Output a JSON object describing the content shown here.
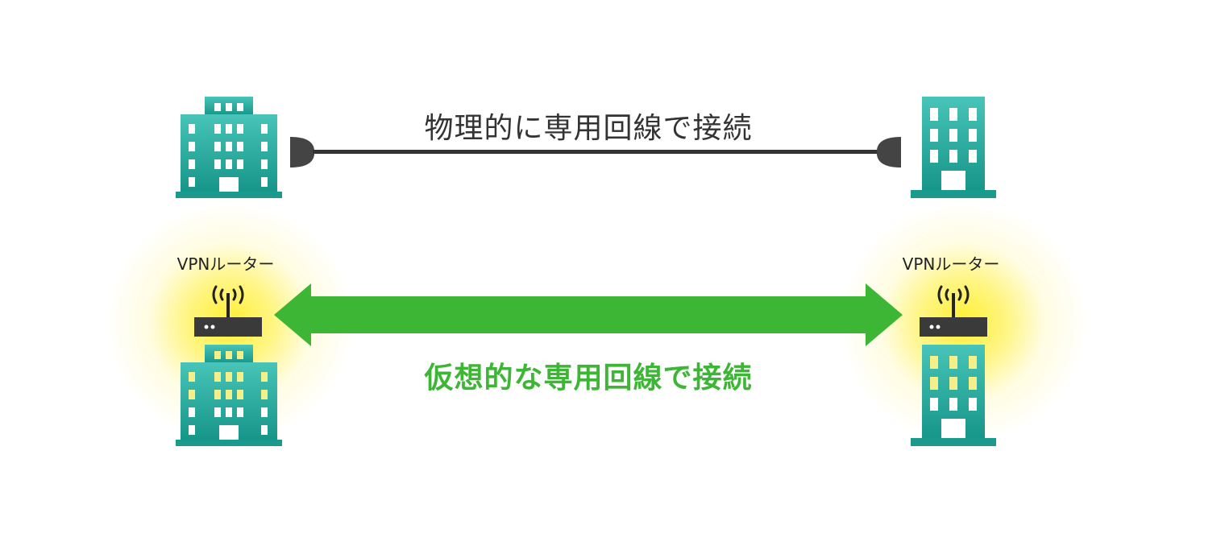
{
  "physical_connection": {
    "label": "物理的に専用回線で接続"
  },
  "virtual_connection": {
    "label": "仮想的な専用回線で接続"
  },
  "left_router": {
    "label": "VPNルーター"
  },
  "right_router": {
    "label": "VPNルーター"
  },
  "colors": {
    "building": "#1fa497",
    "building_light": "#48c4b8",
    "window": "#ffffff",
    "window_lit": "#f4ef88",
    "cable": "#333333",
    "plug": "#444444",
    "vpn_arrow": "#3db535",
    "glow": "#fff230",
    "router_body": "#3a3a3a"
  },
  "icons": {
    "building": "building-icon",
    "router": "wifi-router-icon",
    "plug": "cable-plug-icon",
    "arrow": "double-arrow-icon"
  }
}
